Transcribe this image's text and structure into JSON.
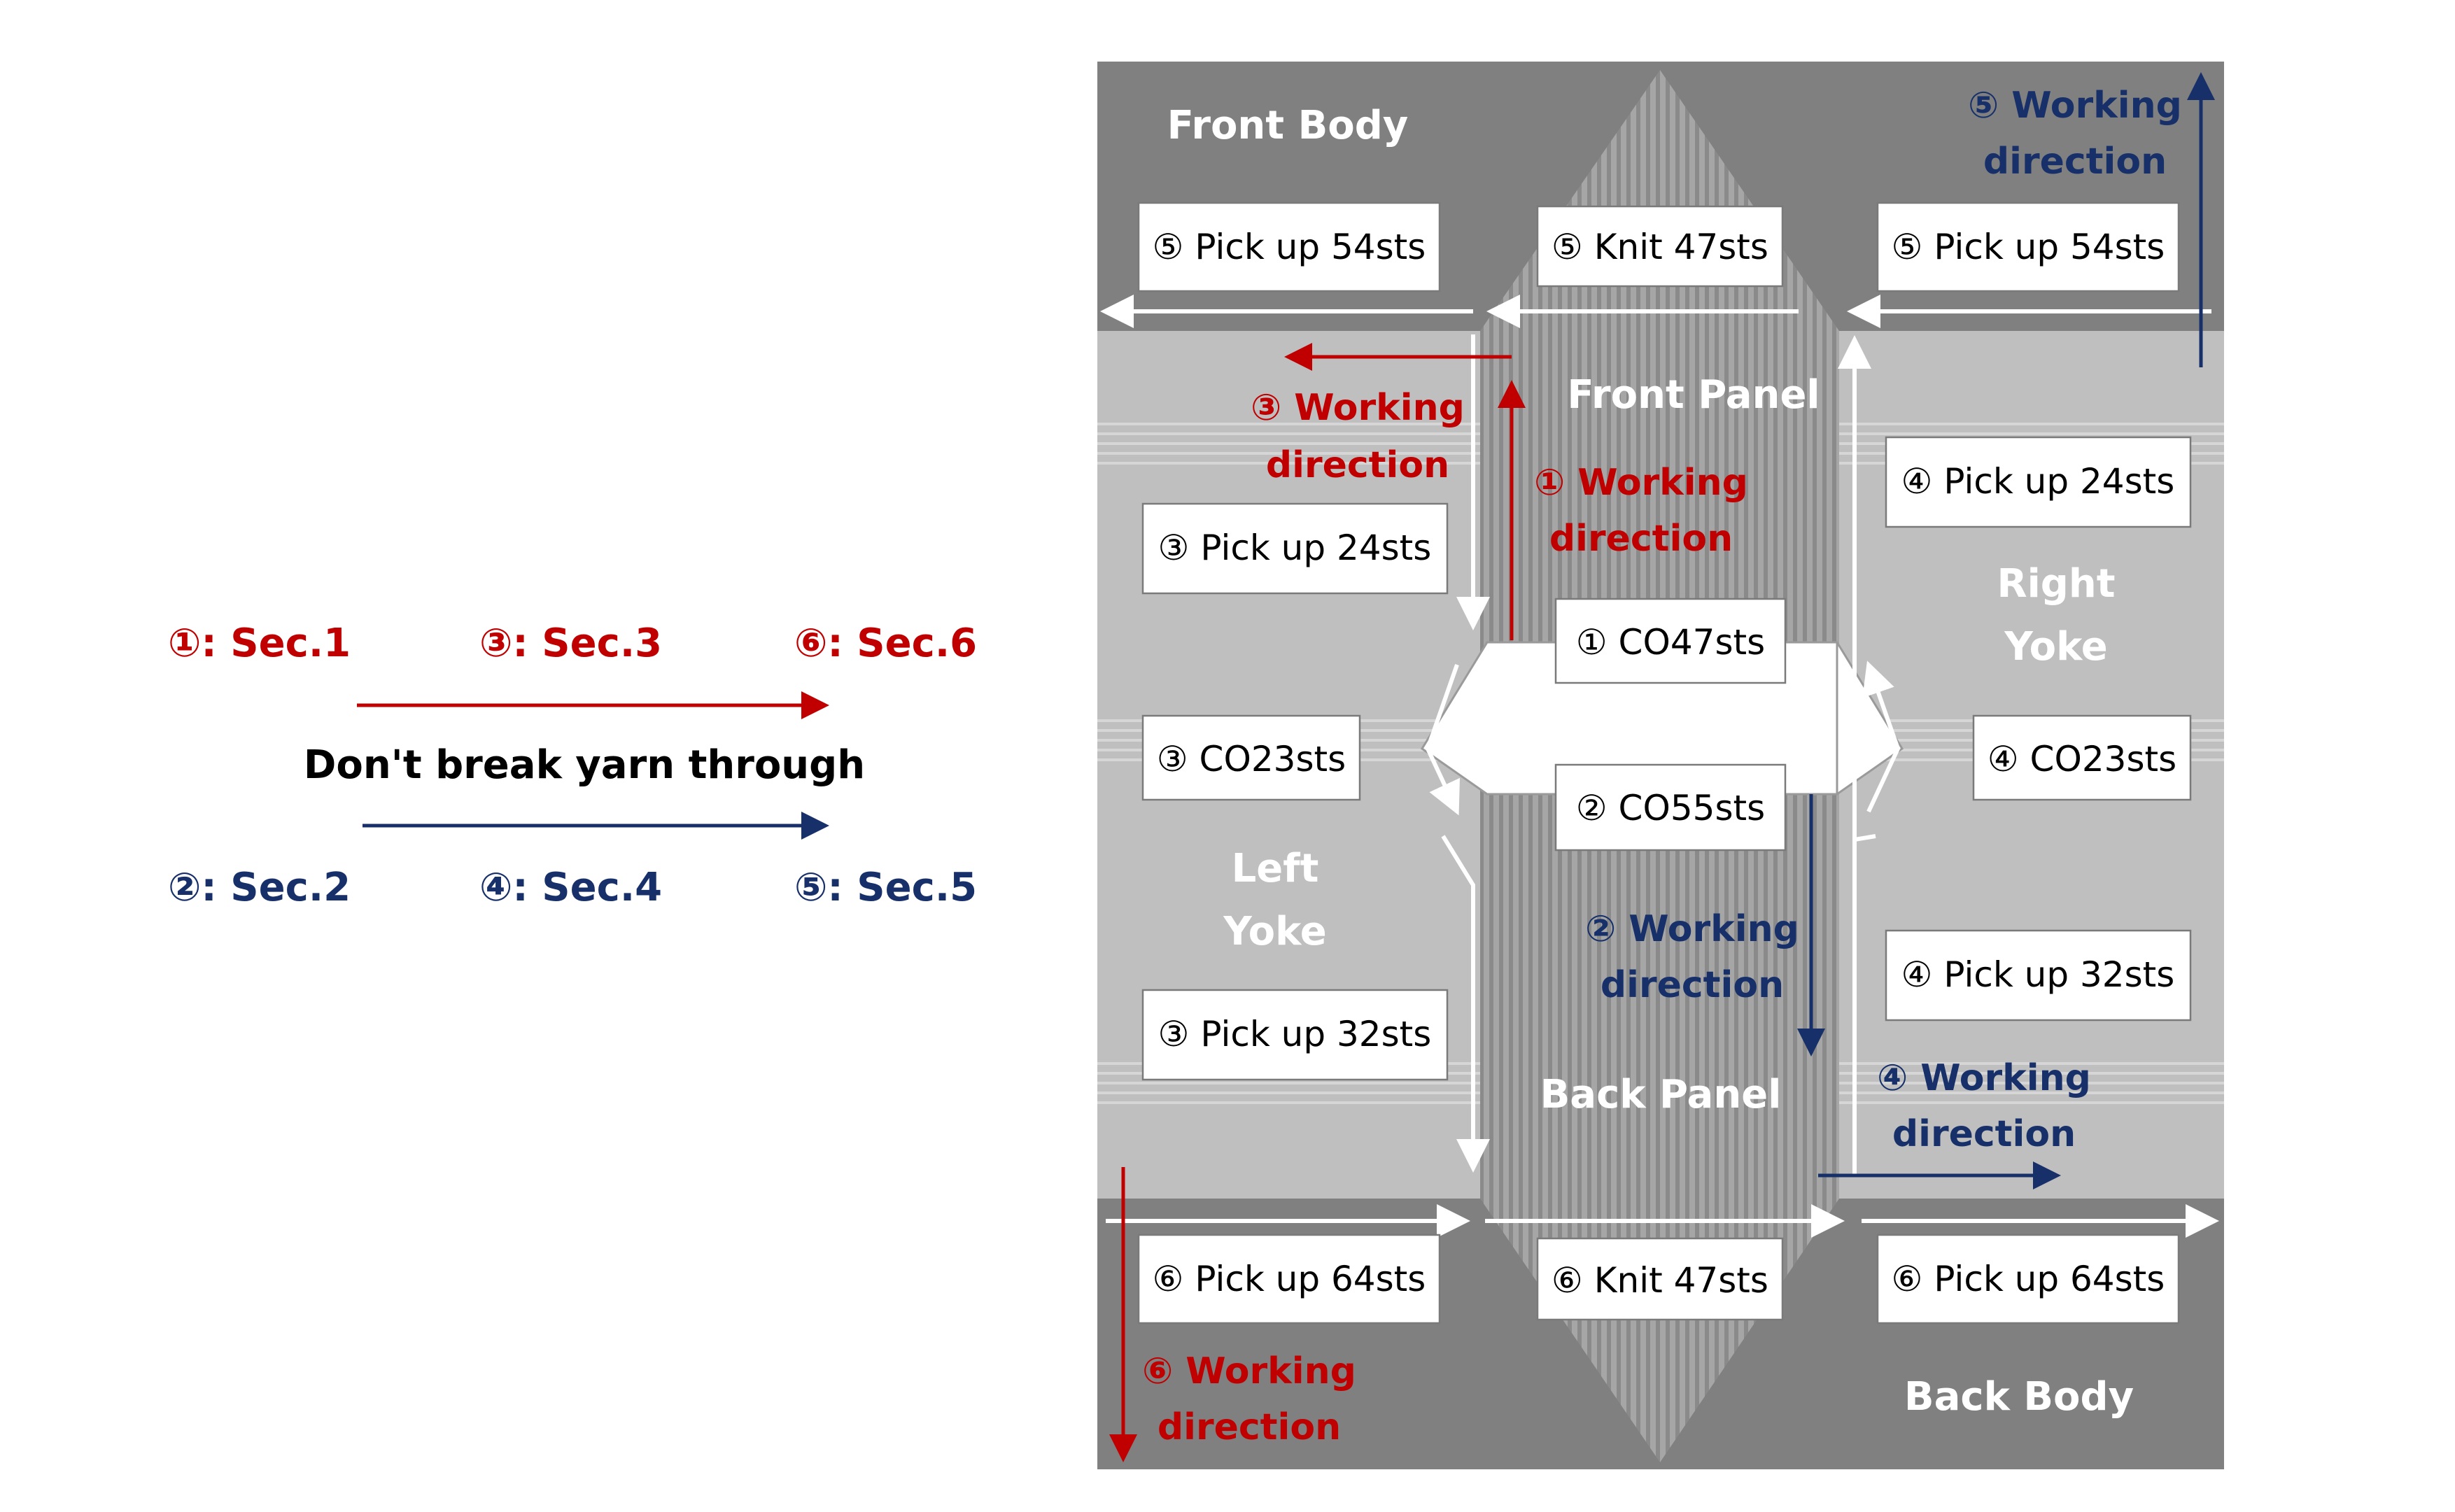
{
  "colors": {
    "section_red": "#c00000",
    "section_navy": "#17306a",
    "body_dark_gray": "#808080",
    "yoke_light_gray": "#bfbfbf",
    "panel_stripe_gray": "#9a9a9a",
    "arrow_white": "#ffffff"
  },
  "legend": {
    "red_row": [
      "①: Sec.1",
      "③: Sec.3",
      "⑥: Sec.6"
    ],
    "middle_text": "Don't break yarn through",
    "navy_row": [
      "②: Sec.2",
      "④: Sec.4",
      "⑤: Sec.5"
    ]
  },
  "regions": {
    "front_body": "Front Body",
    "front_panel": "Front Panel",
    "left_yoke_line1": "Left",
    "left_yoke_line2": "Yoke",
    "right_yoke_line1": "Right",
    "right_yoke_line2": "Yoke",
    "back_panel": "Back Panel",
    "back_body": "Back Body"
  },
  "boxes": {
    "s5_pick_left": "⑤ Pick up 54sts",
    "s5_knit": "⑤ Knit 47sts",
    "s5_pick_right": "⑤ Pick up 54sts",
    "s4_pick_24": "④ Pick up 24sts",
    "s3_pick_24": "③ Pick up 24sts",
    "s1_co": "① CO47sts",
    "s3_co": "③ CO23sts",
    "s4_co": "④ CO23sts",
    "s2_co": "② CO55sts",
    "s4_pick_32": "④ Pick up 32sts",
    "s3_pick_32": "③ Pick up 32sts",
    "s6_pick_left": "⑥ Pick up 64sts",
    "s6_knit": "⑥ Knit 47sts",
    "s6_pick_right": "⑥ Pick up 64sts"
  },
  "directions": {
    "d5_line1": "⑤ Working",
    "d5_line2": "direction",
    "d3_line1": "③ Working",
    "d3_line2": "direction",
    "d1_line1": "① Working",
    "d1_line2": "direction",
    "d2_line1": "② Working",
    "d2_line2": "direction",
    "d4_line1": "④ Working",
    "d4_line2": "direction",
    "d6_line1": "⑥ Working",
    "d6_line2": "direction"
  }
}
